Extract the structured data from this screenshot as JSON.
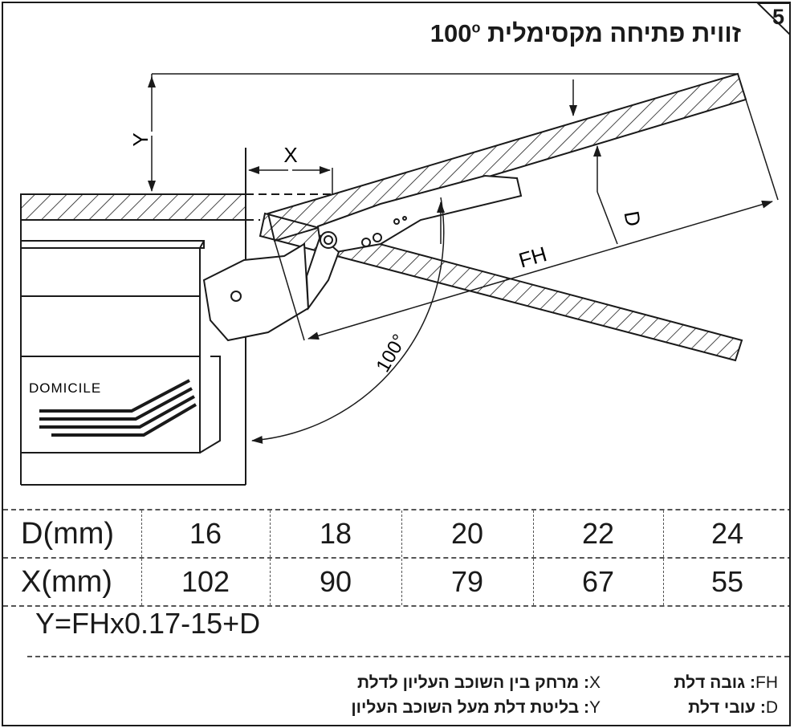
{
  "step_number": "5",
  "title": {
    "text": "זווית פתיחה מקסימלית",
    "angle": "100",
    "degree_mark": "o"
  },
  "diagram": {
    "labels": {
      "y": "Y",
      "x": "X",
      "d": "D",
      "fh": "FH",
      "angle": "100°",
      "brand": "DOMICILE"
    }
  },
  "table": {
    "rows": [
      {
        "header": "D(mm)",
        "values": [
          "16",
          "18",
          "20",
          "22",
          "24"
        ]
      },
      {
        "header": "X(mm)",
        "values": [
          "102",
          "90",
          "79",
          "67",
          "55"
        ]
      }
    ]
  },
  "formula": "Y=FHx0.17-15+D",
  "legend": [
    {
      "key": "X",
      "text": "מרחק בין השוכב העליון לדלת"
    },
    {
      "key": "Y",
      "text": "בליטת דלת מעל השוכב העליון"
    },
    {
      "key": "FH",
      "text": "גובה דלת"
    },
    {
      "key": "D",
      "text": "עובי דלת"
    }
  ]
}
